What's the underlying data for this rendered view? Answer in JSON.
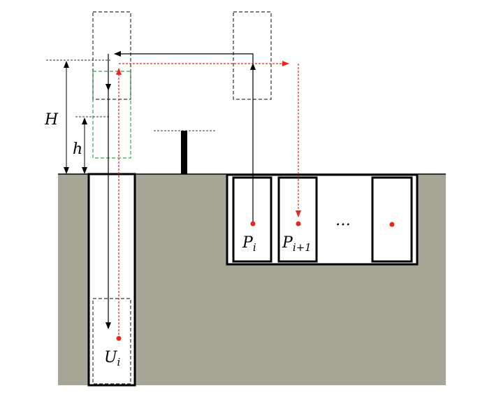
{
  "labels": {
    "H": "H",
    "h": "h",
    "P_i_base": "P",
    "P_i_sub": "i",
    "P_i1_base": "P",
    "P_i1_sub": "i+1",
    "U_i_base": "U",
    "U_i_sub": "i",
    "ellipsis": "…"
  },
  "colors": {
    "ground": "#a7a696",
    "outline": "#000000",
    "red_path": "#e8261f",
    "green_dash": "#2fa44f",
    "gray_dash": "#333333",
    "background": "#ffffff"
  }
}
